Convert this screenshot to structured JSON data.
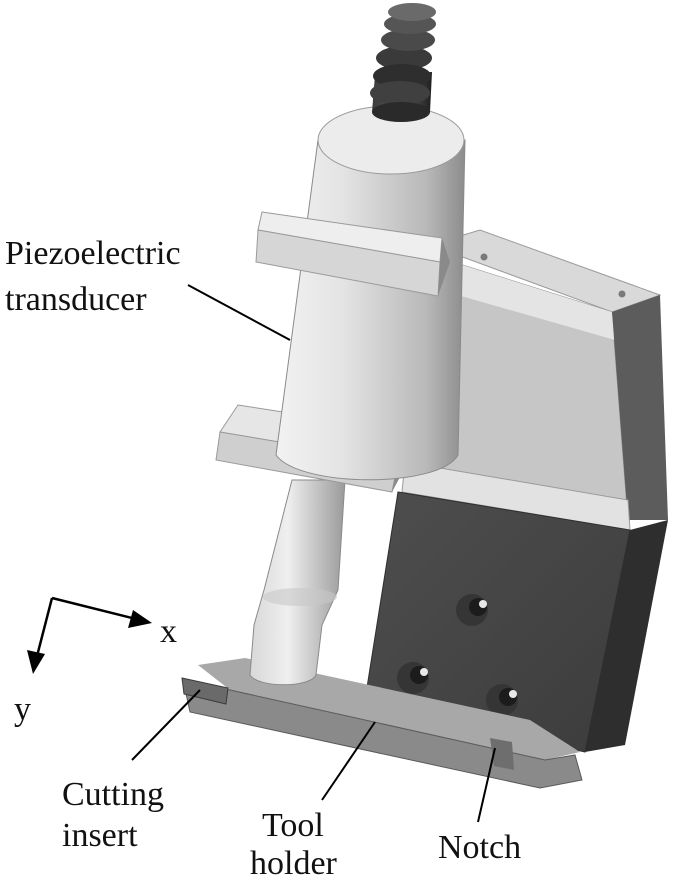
{
  "labels": {
    "piezo_line1": "Piezoelectric",
    "piezo_line2": "transducer",
    "cutting_line1": "Cutting",
    "cutting_line2": "insert",
    "tool_line1": "Tool",
    "tool_line2": "holder",
    "notch": "Notch"
  },
  "axes": {
    "x": "x",
    "y": "y"
  },
  "colors": {
    "light_block": "#c4c4c4",
    "dark_block": "#4a4a4a",
    "cylinder": "#dcdcdc",
    "base": "#8a8a8a"
  }
}
